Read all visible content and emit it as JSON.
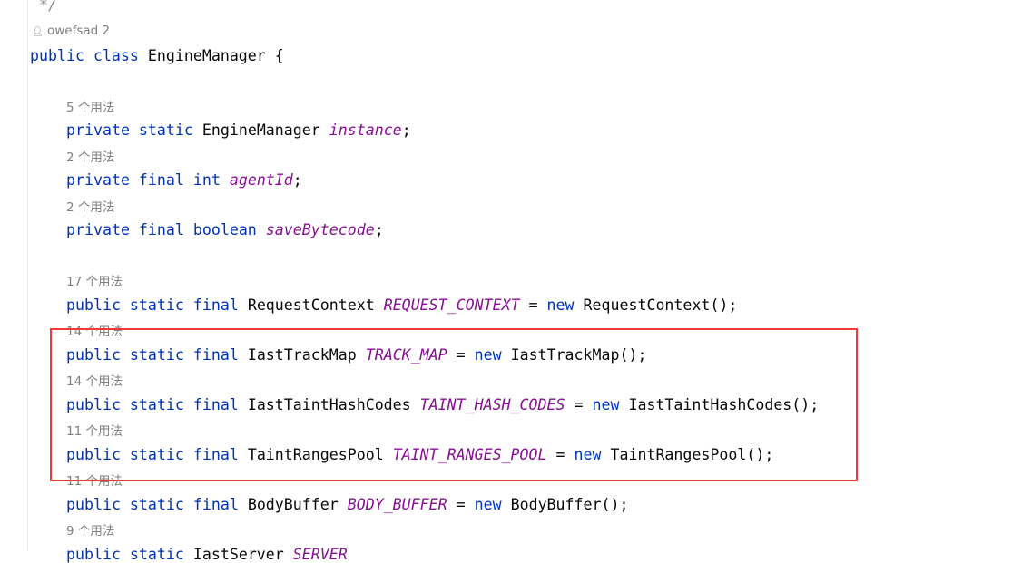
{
  "comment_end": "*/",
  "author_hint": {
    "icon": "user-icon",
    "text": "owefsad 2"
  },
  "class_decl": {
    "kw1": "public",
    "kw2": "class",
    "name": "EngineManager",
    "brace": "{"
  },
  "members": [
    {
      "hint": "5 个用法",
      "mods": "private static",
      "type": "EngineManager",
      "name": "instance",
      "rest": ";"
    },
    {
      "hint": "2 个用法",
      "mods": "private final int",
      "type": "",
      "name": "agentId",
      "rest": ";"
    },
    {
      "hint": "2 个用法",
      "mods": "private final boolean",
      "type": "",
      "name": "saveBytecode",
      "rest": ";"
    },
    {
      "hint": "17 个用法",
      "mods": "public static final",
      "type": "RequestContext",
      "name": "REQUEST_CONTEXT",
      "eq": " = ",
      "newkw": "new",
      "rest": " RequestContext();"
    },
    {
      "hint": "14 个用法",
      "mods": "public static final",
      "type": "IastTrackMap",
      "name": "TRACK_MAP",
      "eq": " = ",
      "newkw": "new",
      "rest": " IastTrackMap();"
    },
    {
      "hint": "14 个用法",
      "mods": "public static final",
      "type": "IastTaintHashCodes",
      "name": "TAINT_HASH_CODES",
      "eq": " = ",
      "newkw": "new",
      "rest": " IastTaintHashCodes();"
    },
    {
      "hint": "11 个用法",
      "mods": "public static final",
      "type": "TaintRangesPool",
      "name": "TAINT_RANGES_POOL",
      "eq": " = ",
      "newkw": "new",
      "rest": " TaintRangesPool();"
    },
    {
      "hint": "11 个用法",
      "mods": "public static final",
      "type": "BodyBuffer",
      "name": "BODY_BUFFER",
      "eq": " = ",
      "newkw": "new",
      "rest": " BodyBuffer();"
    },
    {
      "hint": "9 个用法",
      "mods": "public static",
      "type": "IastServer",
      "name": "SERVER",
      "rest": ""
    }
  ],
  "highlight_color": "#f03a3a"
}
